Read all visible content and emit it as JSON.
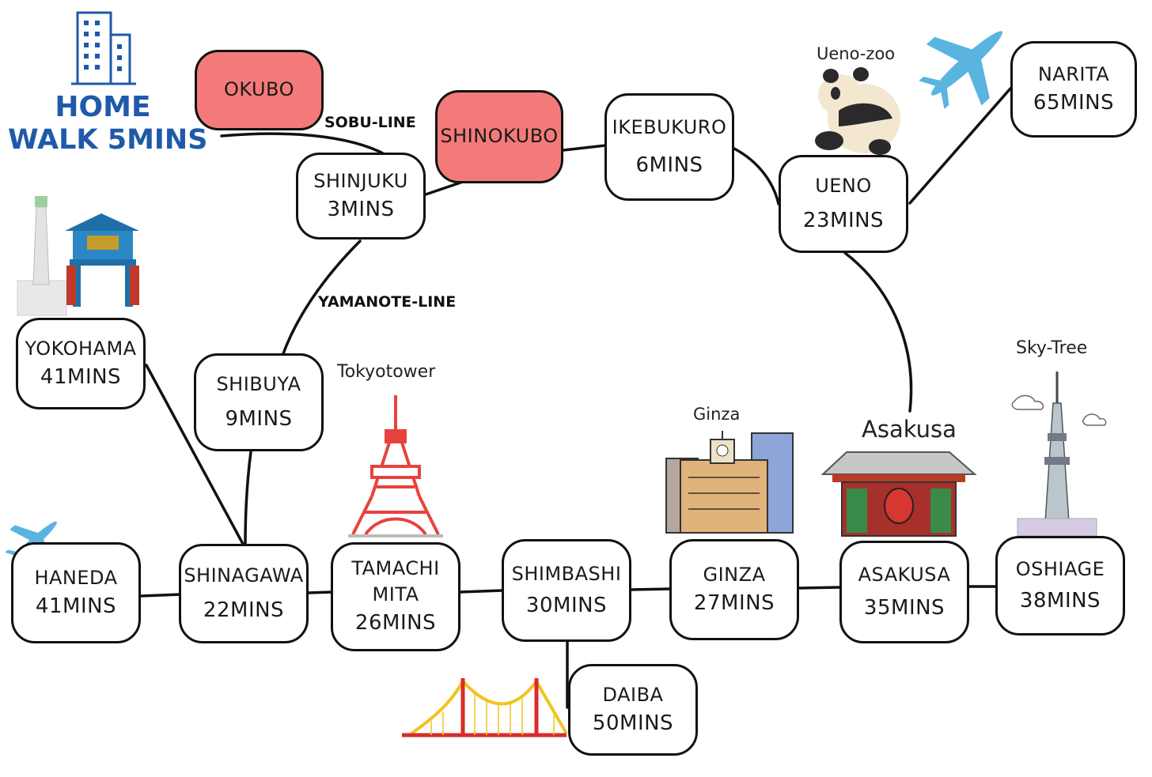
{
  "home": {
    "line1": "HOME",
    "line2": "WALK 5MINS"
  },
  "lines": {
    "sobu": "SOBU-LINE",
    "yamanote": "YAMANOTE-LINE"
  },
  "stations": {
    "okubo": {
      "name": "OKUBO",
      "time": ""
    },
    "shinokubo": {
      "name": "SHINOKUBO",
      "time": ""
    },
    "shinjuku": {
      "name": "SHINJUKU",
      "time": "3MINS"
    },
    "ikebukuro": {
      "name": "IKEBUKURO",
      "time": "6MINS"
    },
    "ueno": {
      "name": "UENO",
      "time": "23MINS"
    },
    "narita": {
      "name": "NARITA",
      "time": "65MINS"
    },
    "yokohama": {
      "name": "YOKOHAMA",
      "time": "41MINS"
    },
    "shibuya": {
      "name": "SHIBUYA",
      "time": "9MINS"
    },
    "haneda": {
      "name": "HANEDA",
      "time": "41MINS"
    },
    "shinagawa": {
      "name": "SHINAGAWA",
      "time": "22MINS"
    },
    "tamachi": {
      "name": "TAMACHI",
      "name2": "MITA",
      "time": "26MINS"
    },
    "shimbashi": {
      "name": "SHIMBASHI",
      "time": "30MINS"
    },
    "ginza": {
      "name": "GINZA",
      "time": "27MINS"
    },
    "asakusa": {
      "name": "ASAKUSA",
      "time": "35MINS"
    },
    "oshiage": {
      "name": "OSHIAGE",
      "time": "38MINS"
    },
    "daiba": {
      "name": "DAIBA",
      "time": "50MINS"
    }
  },
  "landmarks": {
    "ueno_zoo": "Ueno-zoo",
    "tokyotower": "Tokyotower",
    "ginza": "Ginza",
    "asakusa": "Asakusa",
    "skytree": "Sky-Tree"
  },
  "colors": {
    "highlight": "#f47a7a",
    "home_blue": "#1f5aa9",
    "tower_red": "#e8423d",
    "plane_blue": "#5ab4e0",
    "bridge_red": "#d92b2b",
    "bridge_yellow": "#f3c31d"
  },
  "icons": [
    "building-icon",
    "airplane-icon",
    "panda-icon",
    "tokyo-tower-icon",
    "bridge-icon",
    "chinatown-gate-icon",
    "ginza-building-icon",
    "kaminarimon-gate-icon",
    "skytree-icon"
  ]
}
